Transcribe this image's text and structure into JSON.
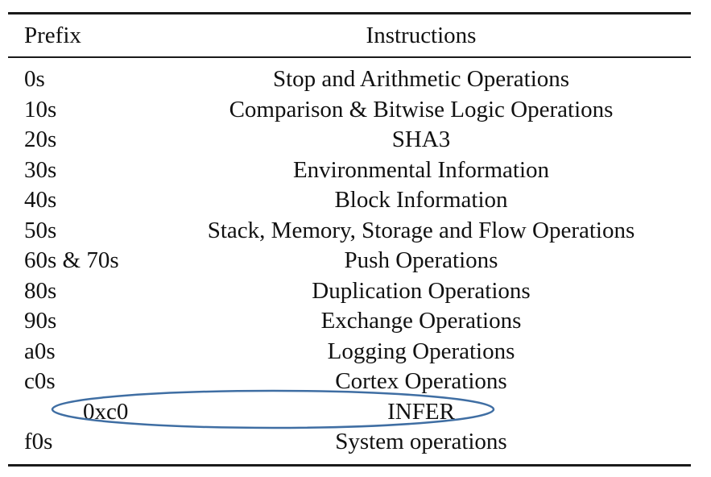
{
  "table": {
    "header": {
      "prefix": "Prefix",
      "instructions": "Instructions"
    },
    "rows": [
      {
        "prefix": "0s",
        "instructions": "Stop and Arithmetic Operations"
      },
      {
        "prefix": "10s",
        "instructions": "Comparison & Bitwise Logic Operations"
      },
      {
        "prefix": "20s",
        "instructions": "SHA3"
      },
      {
        "prefix": "30s",
        "instructions": "Environmental Information"
      },
      {
        "prefix": "40s",
        "instructions": "Block Information"
      },
      {
        "prefix": "50s",
        "instructions": "Stack, Memory, Storage and Flow Operations"
      },
      {
        "prefix": "60s & 70s",
        "instructions": "Push Operations"
      },
      {
        "prefix": "80s",
        "instructions": "Duplication Operations"
      },
      {
        "prefix": "90s",
        "instructions": "Exchange Operations"
      },
      {
        "prefix": "a0s",
        "instructions": "Logging Operations"
      },
      {
        "prefix": "c0s",
        "instructions": "Cortex Operations"
      },
      {
        "prefix": "0xc0",
        "instructions": "INFER"
      },
      {
        "prefix": "f0s",
        "instructions": "System operations"
      }
    ]
  },
  "highlight": {
    "stroke_color": "#3f6ea3"
  }
}
